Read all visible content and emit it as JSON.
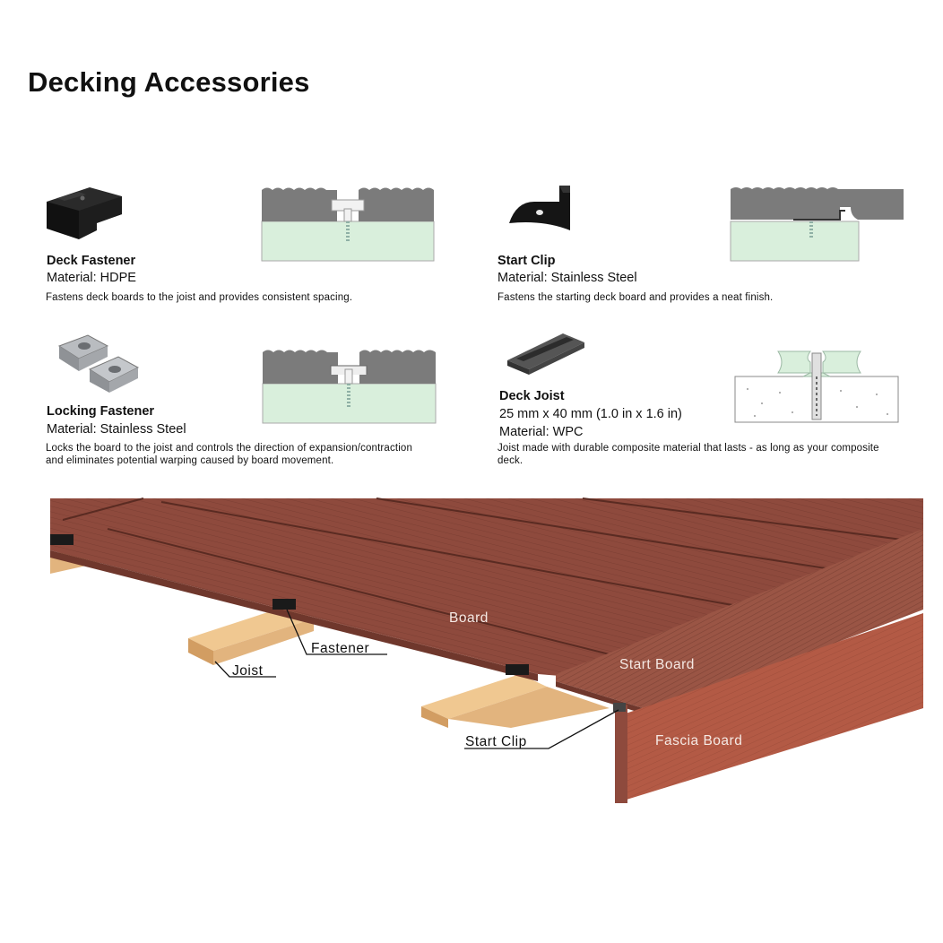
{
  "page": {
    "title": "Decking Accessories"
  },
  "items": [
    {
      "name": "Deck Fastener",
      "spec": "Material: HDPE",
      "description": "Fastens deck boards to the joist and provides consistent spacing."
    },
    {
      "name": "Start Clip",
      "spec": "Material: Stainless Steel",
      "description": "Fastens the starting deck board and provides a neat finish."
    },
    {
      "name": "Locking Fastener",
      "spec": "Material: Stainless Steel",
      "description_lines": [
        "Locks the board to the joist and controls the direction of expansion/contraction",
        "and eliminates potential warping caused by board movement."
      ]
    },
    {
      "name": "Deck Joist",
      "spec_lines": [
        "25 mm x 40 mm (1.0 in x 1.6 in)",
        "Material: WPC"
      ],
      "description_lines": [
        "Joist made with durable composite material that lasts - as long as your composite",
        "deck."
      ]
    }
  ],
  "illustration_labels": {
    "board": "Board",
    "fastener": "Fastener",
    "joist": "Joist",
    "start_board": "Start Board",
    "start_clip": "Start Clip",
    "fascia_board": "Fascia Board"
  },
  "colors": {
    "board": "#8e4a3d",
    "board_dark": "#6f372c",
    "fascia": "#b35a45",
    "joist": "#e2b47e",
    "section_grey": "#7b7b7b",
    "section_green": "#d9efdc",
    "hardware_black": "#1a1a1a"
  }
}
